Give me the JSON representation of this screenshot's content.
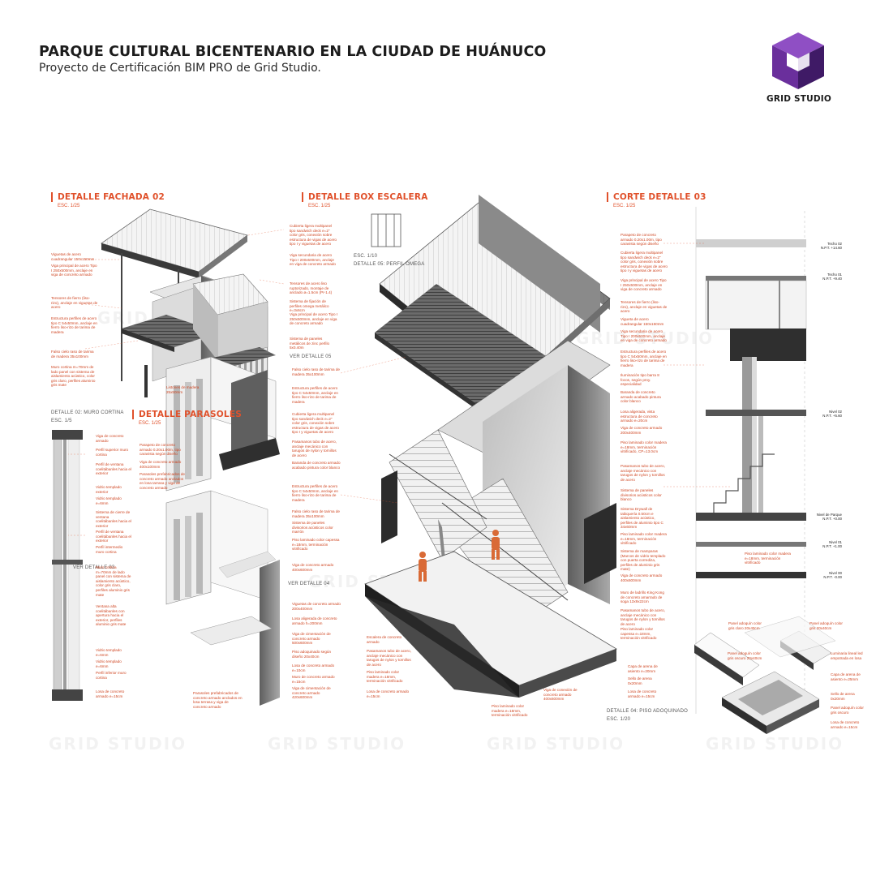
{
  "header": {
    "title": "PARQUE CULTURAL BICENTENARIO EN LA CIUDAD DE HUÁNUCO",
    "subtitle": "Proyecto de Certificación BIM PRO de Grid Studio."
  },
  "brand": {
    "name": "GRID STUDIO",
    "icon": "cube-logo-icon",
    "color": "#5b2a86"
  },
  "accent_color": "#e0512b",
  "watermark": "GRID STUDIO",
  "sections": {
    "fachada": {
      "title": "DETALLE FACHADA 02",
      "scale": "ESC. 1/25"
    },
    "box": {
      "title": "DETALLE BOX ESCALERA",
      "scale": "ESC. 1/25"
    },
    "corte": {
      "title": "CORTE DETALLE 03",
      "scale": "ESC. 1/25"
    },
    "parasoles": {
      "title": "DETALLE PARASOLES",
      "scale": "ESC. 1/25"
    },
    "muro": {
      "title": "DETALLE 02: MURO CORTINA",
      "scale": "ESC. 1/5"
    },
    "perfil": {
      "title": "ESC. 1/10",
      "scale": "DETALLE 05: PERFIL OMEGA"
    },
    "piso": {
      "title": "DETALLE 04: PISO ADOQUINADO",
      "scale": "ESC. 1/20"
    }
  },
  "refs": {
    "ver05": "VER DETALLE 05",
    "ver03": "VER DETALLE 03",
    "ver04": "VER DETALLE 04"
  },
  "notes": {
    "fachada": [
      "Viguetas de acero cuadrangular 150x150mm",
      "Viga principal de acero Tipo I 250x500mm, anclaje en viga de concreto armado",
      "Tensores de fierro (liso-rizo), anclaje en viguetas de acero",
      "Estructura perfiles de acero tipo C 54x50mm, anclaje en fierro liso-rizo de tarima de madera",
      "Falso cielo raso de tarima de madera 35x100mm",
      "Muro cortina m=70mm de lado panel con sistema de aislamiento acústico, color gris claro, perfiles aluminio gris mate",
      "Listones de madera 25x50mm"
    ],
    "box_left": [
      "Cubierta ligera multipanel tipo sandwich deck e=2\" color gris, conexión sobre estructura de vigas de acero tipo I y viguetas de acero",
      "Viga secundaria de acero Tipo I 200x500mm, anclaje en viga de concreto armado",
      "Tensores de acero liso ruptorizado, montaje de anclado ø=1.5cm (Pr-1.4)",
      "Sistema de fijación de perfiles omega metálico e=3x6cm",
      "Viga principal de acero Tipo I 250x500mm, anclaje en viga de concreto armado",
      "Sistema de paneles metálicos de zinc perfilo 5x0.40m"
    ],
    "box_mid": [
      "Falso cielo raso de tarima de madera 35x100mm",
      "Estructura perfiles de acero tipo C 54x50mm, anclaje en fierro liso-rizo de tarima de madera",
      "Cubierta ligera multipanel tipo sandwich deck e=2\" color gris, conexión sobre estructura de vigas de acero tipo I y viguetas de acero",
      "Pasamanos tubo de acero, anclaje mecánico con tarugos de nylon y tornillos de acero",
      "Baranda de concreto armado acabado pintura color blanco",
      "Estructura perfiles de acero tipo C 54x50mm, anclaje en fierro liso-rizo de tarima de madera",
      "Falso cielo raso de tarima de madera 35x100mm",
      "Sistema de paneles divisorios acústicos color marrón",
      "Piso laminado color capessa e=18mm, terminación vitrificado",
      "Viga de concreto armado 400x600mm",
      "Viguetas de concreto armado 200x400mm",
      "Losa aligerada de concreto armado h=200mm",
      "Viga de cimentación de concreto armado 500x600mm",
      "Piso adoquinado según diseño 20x40cm",
      "Losa de concreto armado e=10cm",
      "Muro de concreto armado e=15cm",
      "Viga de cimentación de concreto armado 420x600mm"
    ],
    "box_bottom": [
      "Escalera de concreto armado",
      "Pasamanos tubo de acero, anclaje mecánico con tarugos de nylon y tornillos de acero",
      "Piso laminado color madera e=18mm, terminación vitrificado",
      "Losa de concreto armado e=15cm",
      "Piso laminado color madera e=18mm, terminación vitrificado",
      "Viga de conexión de concreto armado 400x600mm"
    ],
    "corte": [
      "Parapeto de concreto armado 0.20x1.00m, tipo caravista según diseño",
      "Cubierta ligera multipanel tipo sandwich deck e=2\" color gris, conexión sobre estructura de vigas de acero tipo I y viguetas de acero",
      "Viga principal de acero Tipo I 250x500mm, anclaje en viga de concreto armado",
      "Tensores de fierro (liso-rizo), anclaje en viguetas de acero",
      "Vigueta de acero cuadrangular 150x150mm",
      "Viga secundaria de acero Tipo I 200x500mm, anclaje en viga de concreto armado",
      "Estructura perfiles de acero tipo C 54x50mm, anclaje en fierro liso-rizo de tarima de madera",
      "Iluminación tipo barra 8 focos, según proy. especialidad",
      "Baranda de concreto armado acabado pintura color blanco",
      "Losa aligerada, vista estructura de concreto armado e=20cm",
      "Viga de concreto armado 200x400mm",
      "Piso laminado color madera e=18mm, terminación vitrificado, CP=13.0cm",
      "Pasamanos tubo de acero, anclaje mecánico con tarugos de nylon y tornillos de acero",
      "Sistema de paneles divisorios acústicos color blanco",
      "Sistema Drywall de tabiquería 0.50cm e aislamiento acústico, perfiles de aluminio tipo C 34x60mm",
      "Piso laminado color madera e=18mm, terminación vitrificado",
      "Sistema de mamparas (Marcos de vidrio templado con puerta corrediza, perfiles de aluminio gris mate)",
      "Viga de concreto armado 400x600mm",
      "Muro de ladrillo King Kong de concreto amarrado de soga 13x9x22cm",
      "Pasamanos tubo de acero, anclaje mecánico con tarugos de nylon y tornillos de acero",
      "Piso laminado color capessa e=18mm, terminación vitrificado"
    ],
    "levels": [
      "Techo 02\nN.P.T. +14.60",
      "Techo 01\nN.P.T. +9.40",
      "Nivel 02\nN.P.T. +5.60",
      "Nivel de Parque\nN.P.T. +0.00",
      "Nivel 01\nN.P.T. +1.00",
      "Nivel 00\nN.P.T. -0.00"
    ],
    "corte_bottom": "Piso laminado color madera e=18mm, terminación vitrificado",
    "parasoles": [
      "Parapeto de concreto armado 0.20x1.00m, tipo caravista según diseño",
      "Viga de concreto armado 400x100mm",
      "Parasoles prefabricados de concreto armado anclados en losa tarrasa y viga de concreto armado",
      "Parasoles prefabricados de concreto armado anclados en losa terrasa y viga de concreto armado"
    ],
    "muro": [
      "Viga de concreto armado",
      "Perfil superior muro cortina",
      "Perfil de ventana coelitábanles hacia el exterior",
      "Vidrio templado exterior",
      "Vidrio templado e=6mm",
      "Sistema de cierre de ventana coelitábanles hacia el exterior",
      "Perfil de ventana coelitábanles hacia el exterior",
      "Perfil intermedio muro cortina",
      "Muro cortina m=70mm de lado panel con sistema de aislamiento acústico, color gris claro, perfiles aluminio gris mate",
      "Ventana alta coelitábanles con apertura hacia el exterior, perfiles aluminio gris mate",
      "Vidrio templado e=6mm",
      "Vidrio templado e=6mm",
      "Perfil inferior muro cortina",
      "Losa de concreto armado e=15cm"
    ],
    "piso": [
      "Panel adoquín color gris claro 20x40cm",
      "Panel adoquín color gris 20x40cm",
      "Panel adoquín color gris oscuro 20x40cm",
      "Luminaria lineal led empotrada en losa",
      "Capa de arena de asiento e=20mm",
      "Sello de arena 0x20mm",
      "Capa de arena de asiento e=25mm",
      "Losa de concreto armado e=15cm",
      "Sello de arena 0x20mm",
      "Panel adoquín color gris oscuro",
      "Losa de concreto armado e=15cm"
    ]
  }
}
